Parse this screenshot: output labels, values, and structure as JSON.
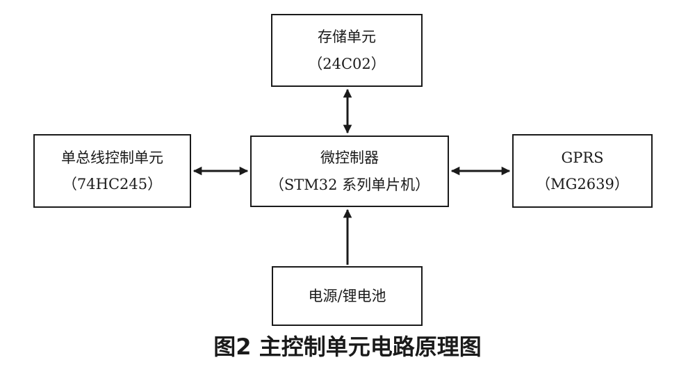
{
  "diagram": {
    "boxes": {
      "storage": {
        "line1": "存储单元",
        "line2": "（24C02）"
      },
      "mcu": {
        "line1": "微控制器",
        "line2": "（STM32 系列单片机）"
      },
      "bus": {
        "line1": "单总线控制单元",
        "line2": "（74HC245）"
      },
      "gprs": {
        "line1": "GPRS",
        "line2": "（MG2639）"
      },
      "power": {
        "line1": "电源/锂电池"
      }
    },
    "connections": [
      {
        "from": "storage",
        "to": "mcu",
        "type": "bidirectional"
      },
      {
        "from": "bus",
        "to": "mcu",
        "type": "bidirectional"
      },
      {
        "from": "mcu",
        "to": "gprs",
        "type": "bidirectional"
      },
      {
        "from": "power",
        "to": "mcu",
        "type": "unidirectional"
      }
    ],
    "colors": {
      "stroke": "#1a1a1a",
      "background": "#ffffff"
    }
  },
  "caption": "图2  主控制单元电路原理图"
}
